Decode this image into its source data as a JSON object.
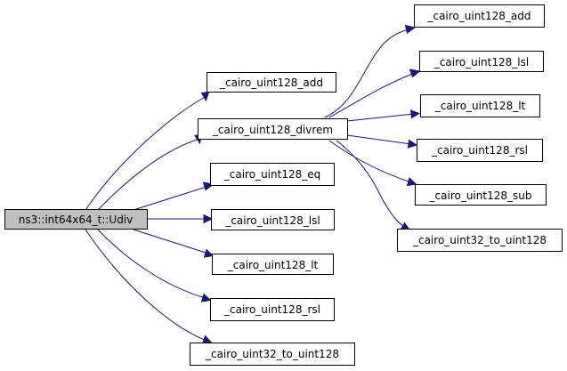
{
  "graph": {
    "root": "ns3::int64x64_t::Udiv",
    "callees": {
      "add_top": "_cairo_uint128_add",
      "divrem": "_cairo_uint128_divrem",
      "eq": "_cairo_uint128_eq",
      "lsl": "_cairo_uint128_lsl",
      "lt": "_cairo_uint128_lt",
      "rsl": "_cairo_uint128_rsl",
      "u32_to_u128": "_cairo_uint32_to_uint128"
    },
    "divrem_callees": {
      "add": "_cairo_uint128_add",
      "lsl": "_cairo_uint128_lsl",
      "lt": "_cairo_uint128_lt",
      "rsl": "_cairo_uint128_rsl",
      "sub": "_cairo_uint128_sub",
      "u32_to_u128": "_cairo_uint32_to_uint128"
    },
    "colors": {
      "edge": "#191970",
      "root_fill": "#bfbfbf",
      "node_fill": "#ffffff"
    }
  }
}
